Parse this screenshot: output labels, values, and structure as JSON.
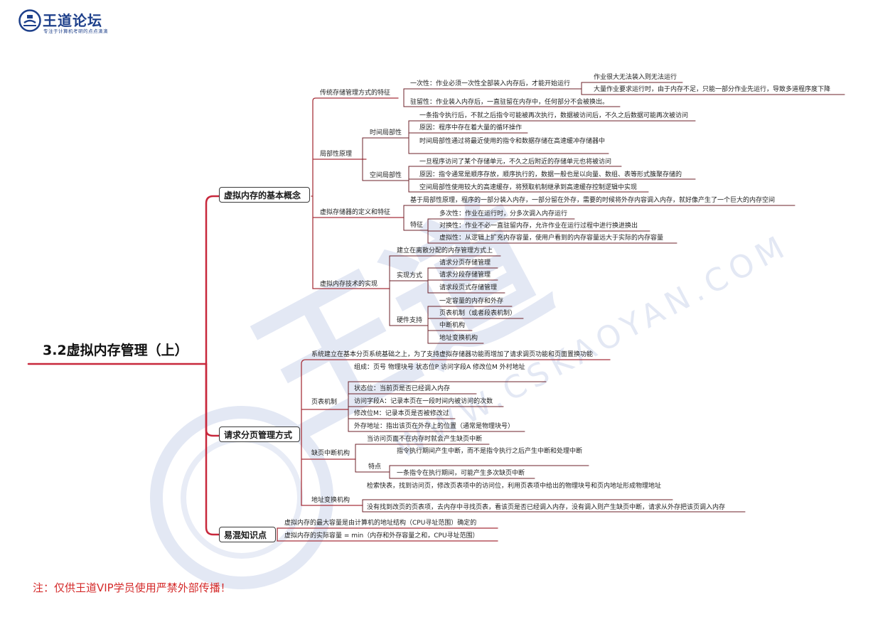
{
  "logo": {
    "title": "王道论坛",
    "subtitle": "专注于计算机考研的点点滴滴"
  },
  "root": "3.2虚拟内存管理（上）",
  "branches": {
    "b1": {
      "label": "虚拟内存的基本概念",
      "traditional": {
        "label": "传统存储管理方式的特征",
        "one_time": "一次性：作业必须一次性全部装入内存后，才能开始运行",
        "one_time_a": "作业很大无法装入则无法运行",
        "one_time_b": "大量作业要求运行时，由于内存不足，只能一部分作业先运行，导致多道程序度下降",
        "resident": "驻留性：作业装入内存后，一直驻留在内存中，任何部分不会被换出。"
      },
      "locality": {
        "label": "局部性原理",
        "temporal": {
          "label": "时间局部性",
          "a": "一条指令执行后，不就之后指令可能被再次执行，数据被访问后，不久之后数据可能再次被访问",
          "b": "原因：程序中存在着大量的循环操作",
          "c": "时间局部性通过将最近使用的指令和数据存储在高速缓冲存储器中"
        },
        "spatial": {
          "label": "空间局部性",
          "a": "一旦程序访问了某个存储单元，不久之后附近的存储单元也将被访问",
          "b": "原因：指令通常是顺序存放，顺序执行的，数据一般也是以向量、数组、表等形式簇聚存储的",
          "c": "空间局部性使用较大的高速缓存，将预取机制继承到高速缓存控制逻辑中实现"
        }
      },
      "definition": {
        "label": "虚拟存储器的定义和特征",
        "basis": "基于局部性原理，程序的一部分装入内存，一部分留在外存，需要的时候将外存内容调入内存，就好像产生了一个巨大的内存空间",
        "features": {
          "label": "特征",
          "a": "多次性：作业在运行时，分多次调入内存运行",
          "b": "对换性：作业不必一直驻留内存，允许作业在运行过程中进行换进换出",
          "c": "虚拟性：从逻辑上扩充内存容量，使用户看到的内存容量远大于实际的内存容量"
        }
      },
      "implementation": {
        "label": "虚拟内存技术的实现",
        "basis": "建立在离散分配的内存管理方式上",
        "methods": {
          "label": "实现方式",
          "a": "请求分页存储管理",
          "b": "请求分段存储管理",
          "c": "请求段页式存储管理"
        },
        "hardware": {
          "label": "硬件支持",
          "a": "一定容量的内存和外存",
          "b": "页表机制（或者段表机制）",
          "c": "中断机构",
          "d": "地址变换机构"
        }
      }
    },
    "b2": {
      "label": "请求分页管理方式",
      "intro": "系统建立在基本分页系统基础之上，为了支持虚拟存储器功能而增加了请求调页功能和页面置换功能",
      "page_table": {
        "label": "页表机制",
        "a": "组成：页号   物理块号   状态位P   访问字段A    修改位M   外村地址",
        "b": "状态位：当前页是否已经调入内存",
        "c": "访问字段A：记录本页在一段时间内被访问的次数",
        "d": "修改位M：记录本页是否被修改过",
        "e": "外存地址：指出该页在外存上的位置（通常是物理块号）"
      },
      "fault": {
        "label": "缺页中断机构",
        "a": "当访问页面不在内存时就会产生缺页中断",
        "features": {
          "label": "特点",
          "a": "指令执行期间产生中断，而不是指令执行之后产生中断和处理中断",
          "b": "一条指令在执行期间，可能产生多次缺页中断"
        }
      },
      "translation": {
        "label": "地址变换机构",
        "a": "检索快表，找到访问页，修改页表项中的访问位，利用页表项中给出的物理块号和页内地址形成物理地址",
        "b": "没有找到改页的页表项，去内存中寻找页表，看该页是否已经调入内存，没有调入则产生缺页中断，请求从外存把该页调入内存"
      }
    },
    "b3": {
      "label": "易混知识点",
      "a": "虚拟内存的最大容量是由计算机的地址结构（CPU寻址范围）确定的",
      "b": "虚拟内存的实际容量 =    min（内存和外存容量之和，CPU寻址范围）"
    }
  },
  "watermark": {
    "text": "WWW.CSKAOYAN.COM"
  },
  "note": "注：仅供王道VIP学员使用严禁外部传播！",
  "colors": {
    "main_branch": "#c8283c",
    "sub_branch": "#a8323c",
    "leaf_line": "#6e2028",
    "watermark": "#dfe5f3",
    "note": "#d42a2a",
    "logo": "#1d3f8a"
  }
}
